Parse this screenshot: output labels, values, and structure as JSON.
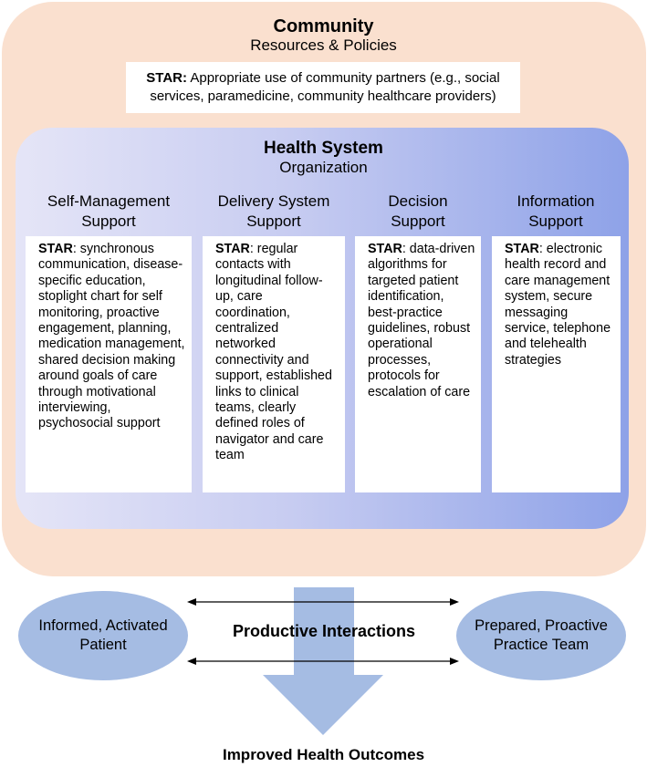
{
  "community": {
    "title": "Community",
    "subtitle": "Resources & Policies",
    "star_label": "STAR:",
    "star_text": " Appropriate use of community partners (e.g., social services, paramedicine, community healthcare providers)"
  },
  "health_system": {
    "title": "Health System",
    "subtitle": "Organization"
  },
  "columns": [
    {
      "header_line1": "Self-Management",
      "header_line2": "Support",
      "star_label": "STAR",
      "text": ": synchronous communication, disease-specific education, stoplight chart for self monitoring, proactive engagement, planning, medication management, shared decision making around goals of care through motivational interviewing, psychosocial support"
    },
    {
      "header_line1": "Delivery System",
      "header_line2": "Support",
      "star_label": "STAR",
      "text": ": regular contacts with longitudinal follow-up, care coordination, centralized networked connectivity and support, established links to clinical teams, clearly defined roles of navigator and care team"
    },
    {
      "header_line1": "Decision",
      "header_line2": "Support",
      "star_label": "STAR",
      "text": ": data-driven algorithms for targeted patient identification, best-practice guidelines, robust operational processes, protocols for escalation of care"
    },
    {
      "header_line1": "Information",
      "header_line2": "Support",
      "star_label": "STAR",
      "text": ": electronic health record and care management system, secure messaging service, telephone and telehealth strategies"
    }
  ],
  "patient": {
    "line1": "Informed, Activated",
    "line2": "Patient"
  },
  "team": {
    "line1": "Prepared, Proactive",
    "line2": "Practice Team"
  },
  "interactions_label": "Productive Interactions",
  "outcomes_label": "Improved Health Outcomes",
  "colors": {
    "community_fill": "#fae0cf",
    "health_gradient_start": "#e5e5f7",
    "health_gradient_end": "#8ea2e8",
    "oval_fill": "#a5bce3",
    "arrow_fill": "#a5bce3"
  }
}
